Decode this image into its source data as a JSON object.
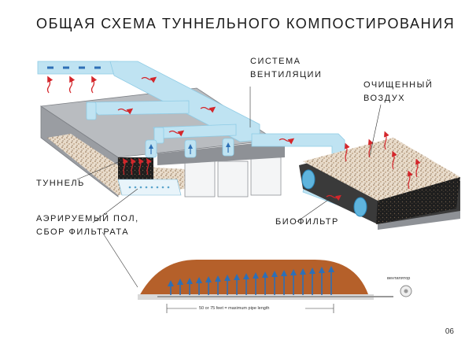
{
  "title": "ОБЩАЯ СХЕМА ТУННЕЛЬНОГО КОМПОСТИРОВАНИЯ",
  "labels": {
    "ventilation": [
      "СИСТЕМА",
      "ВЕНТИЛЯЦИИ"
    ],
    "clean_air": [
      "ОЧИЩЕННЫЙ",
      "ВОЗДУХ"
    ],
    "tunnel": "ТУННЕЛЬ",
    "floor": [
      "АЭРИРУЕМЫЙ ПОЛ,",
      "СБОР ФИЛЬТРАТА"
    ],
    "biofilter": "БИОФИЛЬТР"
  },
  "lower_diagram": {
    "fan_label": "вентилятор",
    "pipe_length": "50 or 75 feet = maximum pipe length"
  },
  "page_number": "06",
  "colors": {
    "pipe": "#bfe3f2",
    "pipe_edge": "#8ecbe5",
    "compost": "#b5602a",
    "steel": "#8e9196",
    "arrow_red": "#d4262b",
    "arrow_blue": "#2d6fb6"
  }
}
